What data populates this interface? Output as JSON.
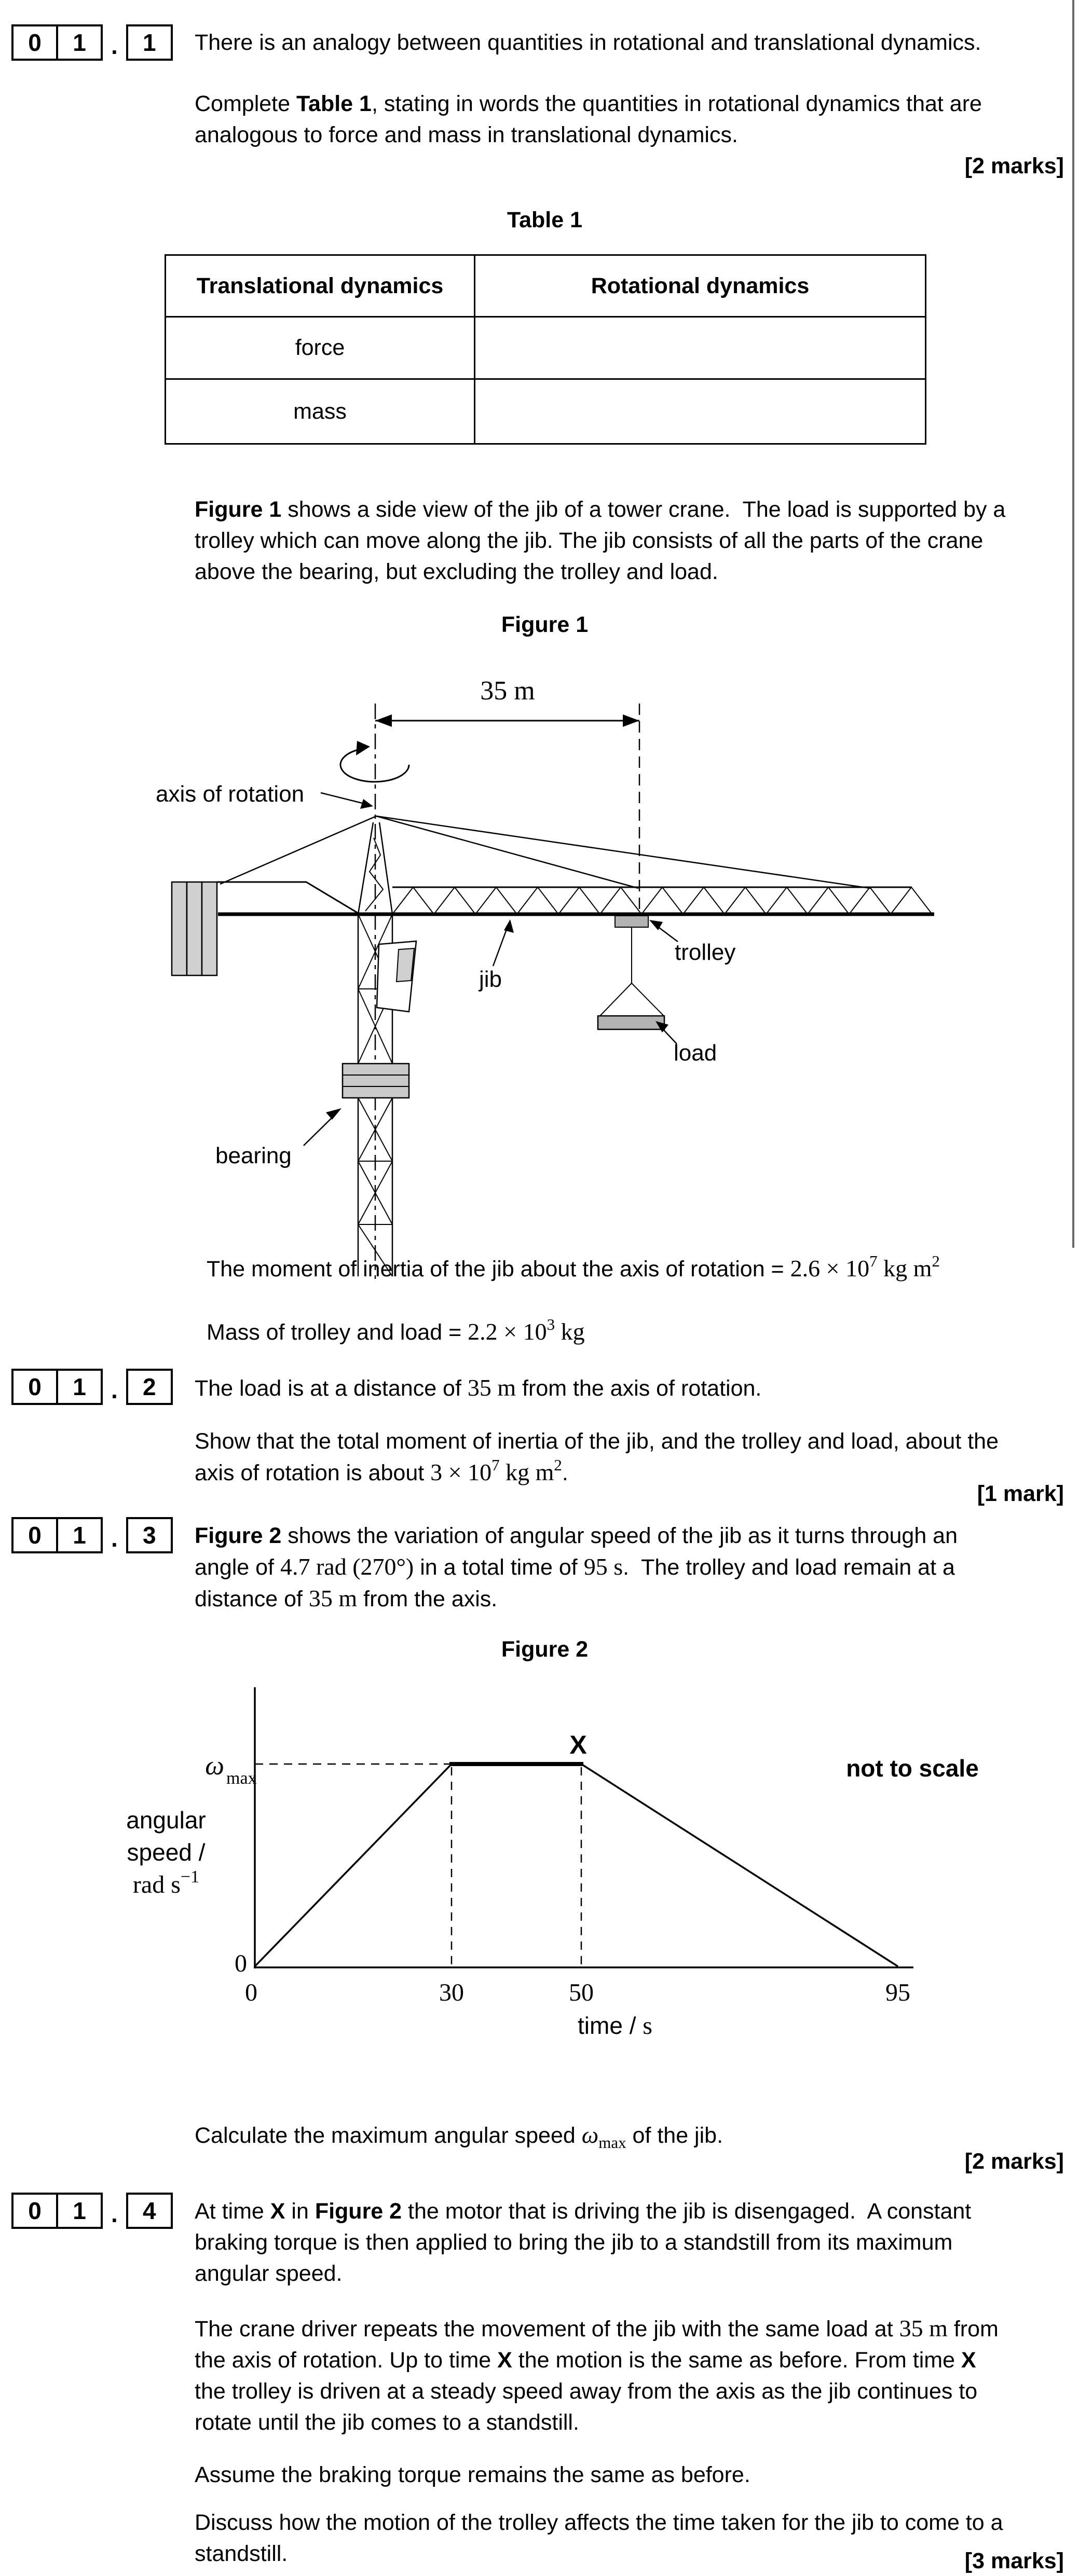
{
  "colors": {
    "ink": "#000000",
    "gray_fill_light": "#d0d0d0",
    "gray_fill_mid": "#b3b3b3",
    "bearing_fill": "#c9c9c9",
    "edge_rule": "#6a6a6a"
  },
  "q011": {
    "digits": [
      "0",
      "1"
    ],
    "dot": ".",
    "sub": "1",
    "p1": [
      {
        "t": "There is an analogy between quantities in rotational and translational dynamics."
      }
    ],
    "p2": [
      {
        "t": "Complete "
      },
      {
        "t": "Table 1",
        "s": "b"
      },
      {
        "t": ", stating in words the quantities in rotational dynamics that are"
      },
      {
        "br": true
      },
      {
        "t": "analogous to force and mass in translational dynamics."
      }
    ],
    "marks": "[2 marks]"
  },
  "table1": {
    "title": "Table 1",
    "headers": [
      "Translational dynamics",
      "Rotational dynamics"
    ],
    "rows": [
      [
        "force",
        ""
      ],
      [
        "mass",
        ""
      ]
    ]
  },
  "fig1": {
    "intro": [
      {
        "t": "Figure 1",
        "s": "b"
      },
      {
        "t": " shows a side view of the jib of a tower crane.  The load is supported by a"
      },
      {
        "br": true
      },
      {
        "t": "trolley which can move along the jib. The jib consists of all the parts of the crane"
      },
      {
        "br": true
      },
      {
        "t": "above the bearing, but excluding the trolley and load."
      }
    ],
    "title": "Figure 1",
    "labels": {
      "dim": "35 m",
      "axis": "axis of rotation",
      "jib": "jib",
      "trolley": "trolley",
      "bearing": "bearing",
      "load": "load"
    }
  },
  "given": {
    "inertia": [
      {
        "t": "The moment of inertia of the jib about the axis of rotation = "
      },
      {
        "t": "2.6 × 10",
        "s": "sf"
      },
      {
        "t": "7",
        "s": "sup"
      },
      {
        "t": " kg m",
        "s": "sf"
      },
      {
        "t": "2",
        "s": "sup"
      }
    ],
    "mass": [
      {
        "t": "Mass of trolley and load = "
      },
      {
        "t": "2.2 × 10",
        "s": "sf"
      },
      {
        "t": "3",
        "s": "sup"
      },
      {
        "t": " kg",
        "s": "sf"
      }
    ]
  },
  "q012": {
    "digits": [
      "0",
      "1"
    ],
    "dot": ".",
    "sub": "2",
    "p1": [
      {
        "t": "The load is at a distance of "
      },
      {
        "t": "35 m",
        "s": "sf"
      },
      {
        "t": " from the axis of rotation."
      }
    ],
    "p2": [
      {
        "t": "Show that the total moment of inertia of the jib, and the trolley and load, about the"
      },
      {
        "br": true
      },
      {
        "t": "axis of rotation is about "
      },
      {
        "t": "3 × 10",
        "s": "sf"
      },
      {
        "t": "7",
        "s": "sup"
      },
      {
        "t": " kg m",
        "s": "sf"
      },
      {
        "t": "2",
        "s": "sup"
      },
      {
        "t": "."
      }
    ],
    "marks": "[1 mark]"
  },
  "q013": {
    "digits": [
      "0",
      "1"
    ],
    "dot": ".",
    "sub": "3",
    "p1": [
      {
        "t": "Figure 2",
        "s": "b"
      },
      {
        "t": " shows the variation of angular speed of the jib as it turns through an"
      },
      {
        "br": true
      },
      {
        "t": "angle of "
      },
      {
        "t": "4.7 rad (270°)",
        "s": "sf"
      },
      {
        "t": " in a total time of "
      },
      {
        "t": "95 s",
        "s": "sf"
      },
      {
        "t": ".  The trolley and load remain at a"
      },
      {
        "br": true
      },
      {
        "t": "distance of "
      },
      {
        "t": "35 m",
        "s": "sf"
      },
      {
        "t": " from the axis."
      }
    ],
    "calc": [
      {
        "t": "Calculate the maximum angular speed "
      },
      {
        "t": "ω",
        "s": "om"
      },
      {
        "t": "max",
        "s": "sub"
      },
      {
        "t": " of the jib."
      }
    ],
    "marks": "[2 marks]"
  },
  "fig2": {
    "title": "Figure 2",
    "not_to_scale": "not to scale",
    "ylabel1": "angular",
    "ylabel2": "speed /",
    "ylabel3": "rad s",
    "ylabel3_sup": "−1",
    "omega": "ω",
    "omega_sub": "max",
    "x_point": "X",
    "y_zero": "0",
    "ticks": [
      "0",
      "30",
      "50",
      "95"
    ],
    "x_label_main": "time / ",
    "x_label_unit": "s"
  },
  "chart_data": {
    "type": "line",
    "title": "Figure 2",
    "xlabel": "time / s",
    "ylabel": "angular speed / rad s⁻¹",
    "x": [
      0,
      30,
      50,
      95
    ],
    "y": [
      "0",
      "ω_max",
      "ω_max",
      "0"
    ],
    "x_ticks": [
      0,
      30,
      50,
      95
    ],
    "series": [
      {
        "name": "angular speed of jib",
        "description": "rises linearly 0→ω_max from t=0 to t=30 s, constant ω_max from 30 to 50 s (point X at t=50 s), falls linearly to 0 at t=95 s"
      }
    ],
    "annotations": [
      "X at end of plateau (t = 50 s)",
      "not to scale",
      "ω_max dashed guide line",
      "dashed verticals at t = 30 s and t = 50 s"
    ],
    "grid": false,
    "legend": false
  },
  "q014": {
    "digits": [
      "0",
      "1"
    ],
    "dot": ".",
    "sub": "4",
    "p1": [
      {
        "t": "At time "
      },
      {
        "t": "X",
        "s": "b"
      },
      {
        "t": " in "
      },
      {
        "t": "Figure 2",
        "s": "b"
      },
      {
        "t": " the motor that is driving the jib is disengaged.  A constant"
      },
      {
        "br": true
      },
      {
        "t": "braking torque is then applied to bring the jib to a standstill from its maximum"
      },
      {
        "br": true
      },
      {
        "t": "angular speed."
      }
    ],
    "p2": [
      {
        "t": "The crane driver repeats the movement of the jib with the same load at "
      },
      {
        "t": "35 m",
        "s": "sf"
      },
      {
        "t": " from"
      },
      {
        "br": true
      },
      {
        "t": "the axis of rotation. Up to time "
      },
      {
        "t": "X",
        "s": "b"
      },
      {
        "t": " the motion is the same as before. From time "
      },
      {
        "t": "X",
        "s": "b"
      },
      {
        "br": true
      },
      {
        "t": "the trolley is driven at a steady speed away from the axis as the jib continues to"
      },
      {
        "br": true
      },
      {
        "t": "rotate until the jib comes to a standstill."
      }
    ],
    "p3": [
      {
        "t": "Assume the braking torque remains the same as before."
      }
    ],
    "p4": [
      {
        "t": "Discuss how the motion of the trolley affects the time taken for the jib to come to a"
      },
      {
        "br": true
      },
      {
        "t": "standstill."
      }
    ],
    "marks": "[3 marks]"
  }
}
